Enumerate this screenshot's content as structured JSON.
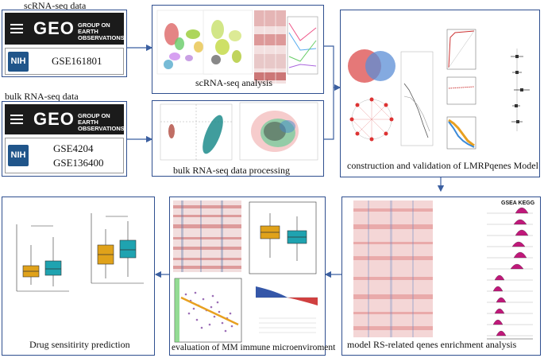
{
  "labels": {
    "scrna_data": "scRNA-seq data",
    "bulk_data": "bulk RNA-seq data",
    "scrna_analysis": "scRNA-seq analysis",
    "bulk_processing": "bulk RNA-seq data processing",
    "model": "construction and validation of LMRPqenes Model",
    "enrichment": "model RS-related qenes enrichment analysis",
    "immune": "evaluation of MM immune microenviroment",
    "drug": "Drug sensitirity prediction"
  },
  "geo": {
    "logo": "GEO",
    "subtitle_1": "GROUP ON",
    "subtitle_2": "EARTH OBSERVATIONS",
    "nih": "NIH",
    "dataset_sc": "GSE161801",
    "dataset_bulk_1": "GSE4204",
    "dataset_bulk_2": "GSE136400"
  },
  "gsea": {
    "title": "GSEA KEGG"
  },
  "colors": {
    "panel_border": "#2f4f8f",
    "arrow": "#3b5fa0",
    "geo_bg": "#1b1b1b",
    "nih_blue": "#20558a",
    "box_orange": "#e0a21a",
    "box_teal": "#1fa3b0",
    "ridge_magenta": "#c0187a"
  }
}
